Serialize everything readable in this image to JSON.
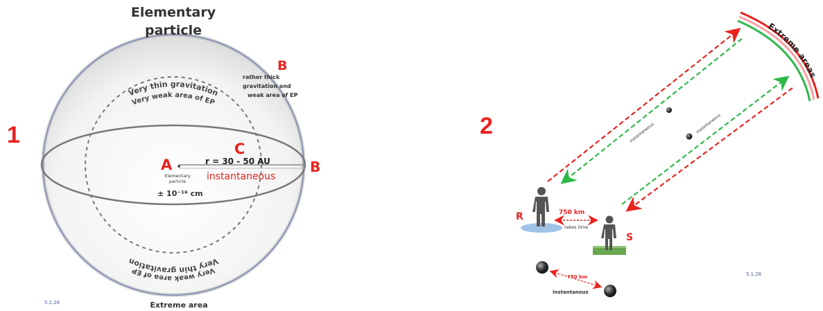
{
  "panel1": {
    "number": "1",
    "title_line1": "Elementary",
    "title_line2": "particle",
    "point_a": "A",
    "point_a_desc_line1": "Elementary",
    "point_a_desc_line2": "particle",
    "point_a_size": "± 10⁻¹⁶ cm",
    "point_b_top": "B",
    "point_b_top_line1": "rather thick",
    "point_b_top_line2": "gravitation and",
    "point_b_top_line3": "weak area of EP",
    "point_b_right": "B",
    "point_c": "C",
    "radius_label": "r = 30 - 50 AU",
    "instant_label": "instantaneous",
    "inner_top_line1": "Very thin gravitation",
    "inner_top_line2": "Very weak area of EP",
    "inner_bottom_line1": "Very thin gravitation",
    "inner_bottom_line2": "Very weak area of EP",
    "bottom_label": "Extreme area",
    "code": "5.1.26"
  },
  "panel2": {
    "number": "2",
    "extreme_label": "Extreme areas",
    "instant_label_1": "instantaneous",
    "instant_label_2": "instantaneous",
    "person_r": "R",
    "person_s": "S",
    "distance_people": "750 km",
    "takes_time": "takes time",
    "distance_particles": "750 km",
    "instantanous": "instantanous",
    "code": "5.1.26"
  },
  "colors": {
    "red": "#e8231e",
    "green": "#2db84a",
    "sphere": "#5b6aa6",
    "gray": "#777777",
    "dark": "#333333"
  }
}
